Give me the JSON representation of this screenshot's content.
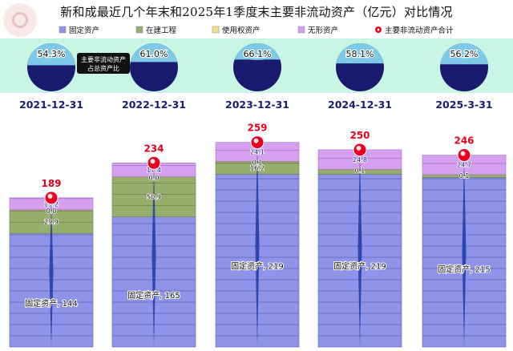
{
  "title": "新和成最近几个年末和2025年1季度末主要非流动资产（亿元）对比情况",
  "legend": [
    {
      "label": "固定资产",
      "color": "#8f94e8"
    },
    {
      "label": "在建工程",
      "color": "#97ad6b"
    },
    {
      "label": "使用权资产",
      "color": "#f1de88"
    },
    {
      "label": "无形资产",
      "color": "#d6a0f0"
    },
    {
      "label": "主要非流动资产合计",
      "color": "#e8001c"
    }
  ],
  "pie_note": "主要非流动资产\n占总资产比",
  "fixed_label_prefix": "固定资产",
  "colors": {
    "band": "#c8f5e4",
    "pie_bg": "#1a1a6e",
    "pie_fill": "#7ec8e8",
    "period_text": "#1a1a7a",
    "total_text": "#e8001c"
  },
  "chart_data": {
    "type": "bar",
    "stacked": true,
    "categories": [
      "2021-12-31",
      "2022-12-31",
      "2023-12-31",
      "2024-12-31",
      "2025-3-31"
    ],
    "series": [
      {
        "name": "固定资产",
        "values": [
          144,
          165,
          219,
          219,
          215
        ]
      },
      {
        "name": "在建工程",
        "values": [
          29.9,
          50.9,
          16.2,
          6.1,
          3.4
        ]
      },
      {
        "name": "使用权资产",
        "values": [
          0.0,
          0.0,
          0.1,
          0.1,
          0.1
        ]
      },
      {
        "name": "无形资产",
        "values": [
          15.2,
          17.4,
          24.1,
          24.8,
          24.7
        ]
      }
    ],
    "totals": [
      189,
      234,
      259,
      250,
      246
    ],
    "segment_labels": [
      [
        "144",
        "29.9",
        "0.0",
        "15.2"
      ],
      [
        "165",
        "50.9",
        "0.0",
        "17.4"
      ],
      [
        "219",
        "16.2",
        "0.1",
        "24.1"
      ],
      [
        "219",
        "",
        "0.1",
        "24.8"
      ],
      [
        "215",
        "",
        "0.1",
        "24.7"
      ]
    ],
    "ratio_labels": [
      "54.3%",
      "61.0%",
      "66.1%",
      "58.1%",
      "56.2%"
    ],
    "ratios": [
      54.3,
      61.0,
      66.1,
      58.1,
      56.2
    ],
    "ylim": [
      0,
      259
    ]
  }
}
